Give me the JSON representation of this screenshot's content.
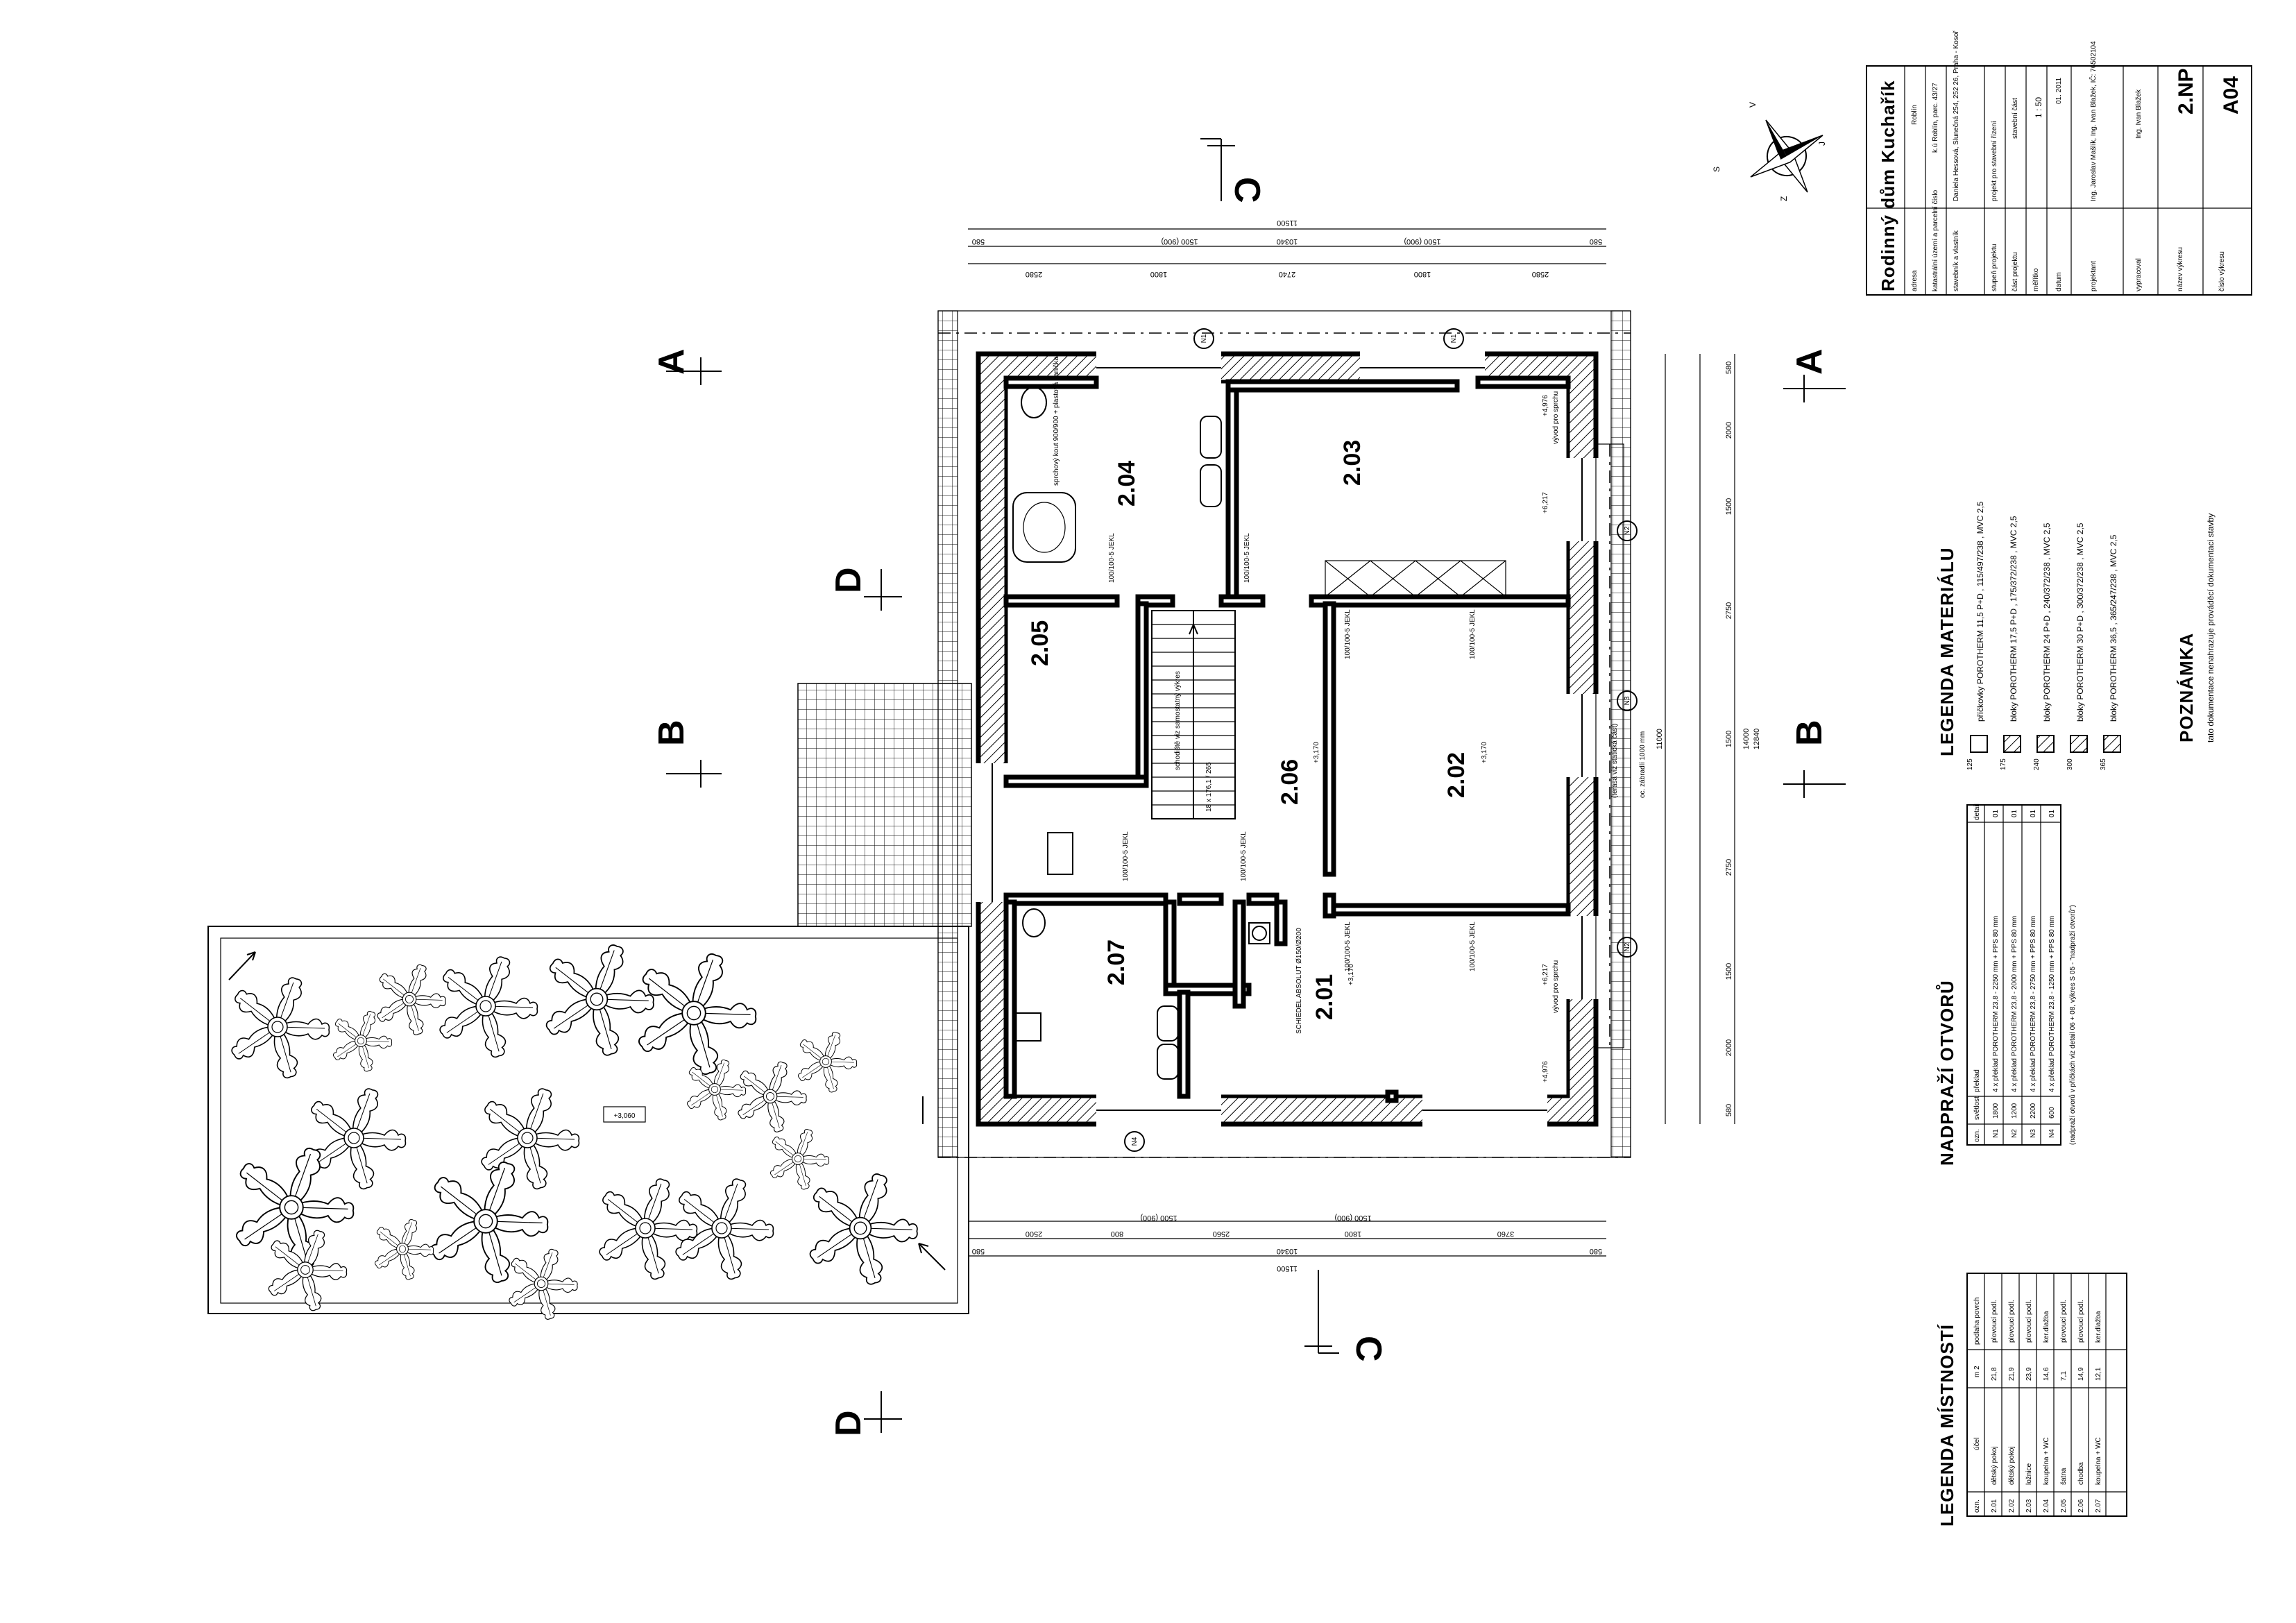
{
  "title_block": {
    "project_name": "Rodinný dům Kuchařík",
    "rows": [
      {
        "label": "adresa",
        "value": "Roblín"
      },
      {
        "label": "katastrální území a parcelní číslo",
        "value": "k.ú Roblín, parc. 43/27"
      },
      {
        "label": "stavebník a vlastník",
        "value": "Daniela Hessová, Slunečná 254, 252 26, Praha - Kosoř"
      },
      {
        "label": "stupeň projektu",
        "value": "projekt pro stavební řízení"
      },
      {
        "label": "část projektu",
        "value": "stavební část"
      },
      {
        "label": "měřítko",
        "value": "1 : 50"
      },
      {
        "label": "datum",
        "value": "01. 2011"
      },
      {
        "label": "projektant",
        "value": "Ing. Jaroslav Mašlík, Ing. Ivan Blažek, IČ: 76502104"
      },
      {
        "label": "vypracoval",
        "value": "Ing. Ivan Blažek"
      },
      {
        "label": "název výkresu",
        "value": "2.NP"
      },
      {
        "label": "číslo výkresu",
        "value": "A04"
      }
    ]
  },
  "compass": {
    "s": "S",
    "v": "V",
    "j": "J",
    "z": "Z"
  },
  "sections": {
    "a": "A",
    "b": "B",
    "c": "C",
    "d": "D"
  },
  "rooms": [
    {
      "no": "2.01",
      "level": "+3,170"
    },
    {
      "no": "2.02",
      "level": "+3,170"
    },
    {
      "no": "2.03",
      "level": ""
    },
    {
      "no": "2.04",
      "level": ""
    },
    {
      "no": "2.05",
      "level": ""
    },
    {
      "no": "2.06",
      "level": "+3,170"
    },
    {
      "no": "2.07",
      "level": ""
    }
  ],
  "terrace": {
    "level": "+3,060"
  },
  "axis_marks": {
    "n1": "N1",
    "n2": "N2",
    "n3": "N3",
    "n4": "N4"
  },
  "plan_labels": {
    "bath_note": "sprchový kout 900/900 + plastová vanička",
    "stairs_note": "schodiště viz samostatný výkres",
    "stairs_count": "18 x 176,1 / 265",
    "balcony_note": "(terasa viz statická část)",
    "rail_note": "oc. zábradlí 1000 mm",
    "vanity": "vývod pro sprchu",
    "chimney": "SCHIEDEL ABSOLUT Ø150/Ø200",
    "window_sill_a": "+4,976",
    "window_sill_b": "+6,217",
    "jekl": "100/100-5 JEKL"
  },
  "dims_top": {
    "total": "11500",
    "mid": "10340",
    "outer_left": "580",
    "outer_right": "580",
    "win": "1500 (900)",
    "parts": [
      "2580",
      "1800",
      "2740",
      "1800",
      "2580"
    ]
  },
  "dims_bottom": {
    "total": "11500",
    "mid": "10340",
    "outer_left": "580",
    "outer_right": "580",
    "win": "1500 (900)",
    "parts": [
      "2500",
      "800",
      "2560",
      "1800",
      "3760"
    ]
  },
  "dims_right": {
    "total": "14000",
    "inner": "12840",
    "span": "11000",
    "parts": [
      "580",
      "2000",
      "1500",
      "2750",
      "1500",
      "2750",
      "1500",
      "2000",
      "580"
    ]
  },
  "legend_materials": {
    "title": "LEGENDA MATERIÁLU",
    "items": [
      {
        "code": "125",
        "text": "příčkovky POROTHERM 11,5 P+D , 115/497/238 , MVC 2,5"
      },
      {
        "code": "175",
        "text": "bloky POROTHERM 17,5 P+D , 175/372/238 , MVC 2,5"
      },
      {
        "code": "240",
        "text": "bloky POROTHERM 24 P+D , 240/372/238 , MVC 2,5"
      },
      {
        "code": "300",
        "text": "bloky POROTHERM 30 P+D , 300/372/238 , MVC 2,5"
      },
      {
        "code": "365",
        "text": "bloky POROTHERM 36,5 , 365/247/238 , MVC 2,5"
      }
    ]
  },
  "note": {
    "title": "POZNÁMKA",
    "text": "tato dokumentace nenahrazuje prováděcí dokumentaci stavby"
  },
  "lintels": {
    "title": "NADPRAŽÍ OTVORŮ",
    "headers": [
      "ozn.",
      "světlost",
      "překlad",
      "detail"
    ],
    "rows": [
      [
        "N1",
        "1800",
        "4 x překlad POROTHERM 23,8 - 2250 mm + PPS 80 mm",
        "01"
      ],
      [
        "N2",
        "1200",
        "4 x překlad POROTHERM 23,8 - 2000 mm + PPS 80 mm",
        "01"
      ],
      [
        "N3",
        "2200",
        "4 x překlad POROTHERM 23,8 - 2750 mm + PPS 80 mm",
        "01"
      ],
      [
        "N4",
        "600",
        "4 x překlad POROTHERM 23,8 - 1250 mm + PPS 80 mm",
        "01"
      ]
    ],
    "footnote": "(nadpraží otvorů v příčkách viz detail 06 + 08, výkres S 05 - \"nadpraží otvorů\")"
  },
  "room_legend": {
    "title": "LEGENDA MÍSTNOSTÍ",
    "headers": [
      "ozn.",
      "účel",
      "m 2",
      "podlaha povrch"
    ],
    "rows": [
      [
        "2.01",
        "dětský pokoj",
        "21,8",
        "plovoucí podl."
      ],
      [
        "2.02",
        "dětský pokoj",
        "21,9",
        "plovoucí podl."
      ],
      [
        "2.03",
        "ložnice",
        "23,9",
        "plovoucí podl."
      ],
      [
        "2.04",
        "koupelna + WC",
        "14,6",
        "ker.dlažba"
      ],
      [
        "2.05",
        "šatna",
        "7,1",
        "plovoucí podl."
      ],
      [
        "2.06",
        "chodba",
        "14,9",
        "plovoucí podl."
      ],
      [
        "2.07",
        "koupelna + WC",
        "12,1",
        "ker.dlažba"
      ]
    ]
  }
}
